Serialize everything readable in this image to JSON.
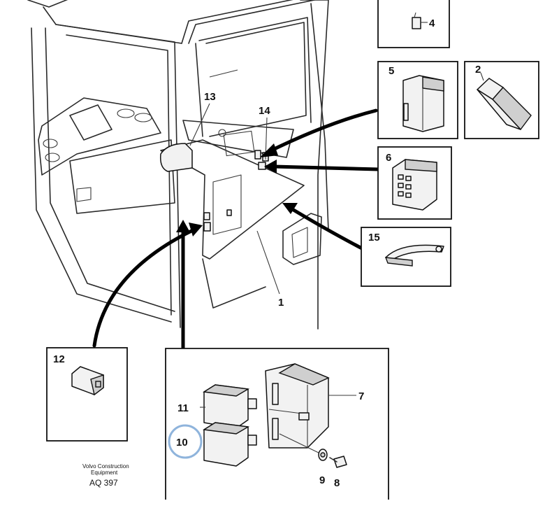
{
  "callouts": {
    "c1": "1",
    "c2": "2",
    "c4": "4",
    "c5": "5",
    "c6": "6",
    "c7": "7",
    "c8": "8",
    "c9": "9",
    "c10": "10",
    "c11": "11",
    "c12": "12",
    "c13": "13",
    "c14": "14",
    "c15": "15"
  },
  "footer": {
    "brand_line1": "Volvo Construction",
    "brand_line2": "Equipment",
    "code": "AQ 397"
  },
  "colors": {
    "highlight": "#8fb4dc",
    "ink": "#111111"
  },
  "highlighted_callout": "10"
}
